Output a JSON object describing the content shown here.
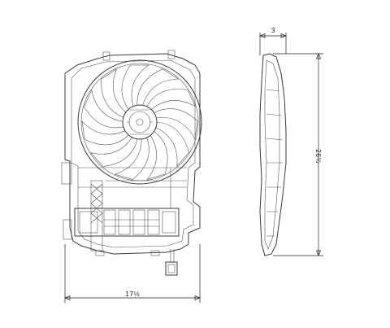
{
  "drawing": {
    "front_view": {
      "width_dimension_label": "17½"
    },
    "side_view": {
      "depth_dimension_label": "3",
      "height_dimension_label": "26½"
    }
  }
}
